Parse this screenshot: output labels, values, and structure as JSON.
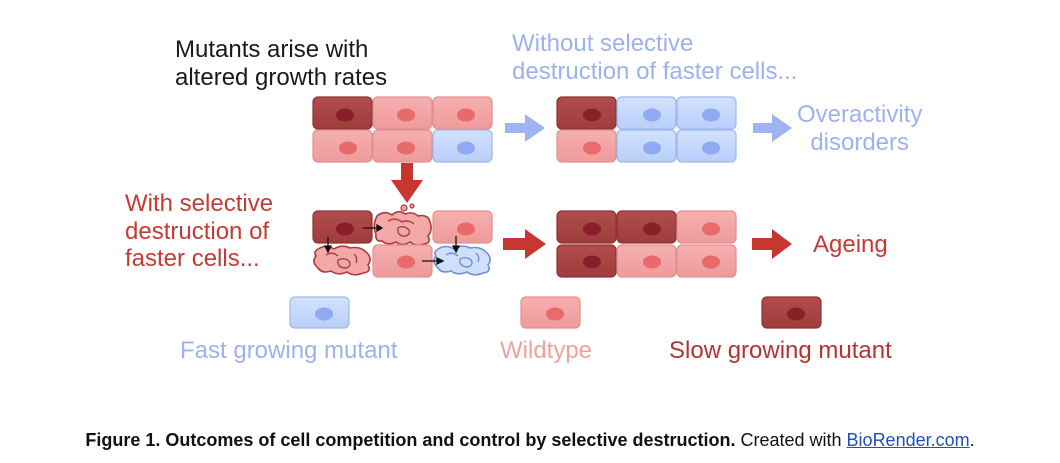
{
  "texts": {
    "top_left": [
      "Mutants arise with",
      "altered growth rates"
    ],
    "top_right": [
      "Without selective",
      "destruction of faster cells..."
    ],
    "overactivity": [
      "Overactivity",
      "disorders"
    ],
    "left_middle": [
      "With selective",
      "destruction of",
      "faster cells..."
    ],
    "ageing": "Ageing"
  },
  "legend": {
    "fast": "Fast growing mutant",
    "wildtype": "Wildtype",
    "slow": "Slow growing mutant"
  },
  "caption": {
    "bold": "Figure 1. Outcomes of cell competition and control by selective destruction.",
    "plain": " Created with ",
    "link": "BioRender.com",
    "end": "."
  },
  "colors": {
    "fast_fill": "#c3d8fb",
    "fast_stroke": "#9cb8ee",
    "fast_nucleus": "#8fa9f3",
    "wild_fill": "#f3a5a5",
    "wild_stroke": "#e28f8f",
    "wild_nucleus": "#e96a6a",
    "slow_fill": "#a94545",
    "slow_stroke": "#8e3333",
    "slow_nucleus": "#8a1f2a",
    "blue_arrow": "#9fb3f2",
    "red_arrow": "#c7372f"
  }
}
